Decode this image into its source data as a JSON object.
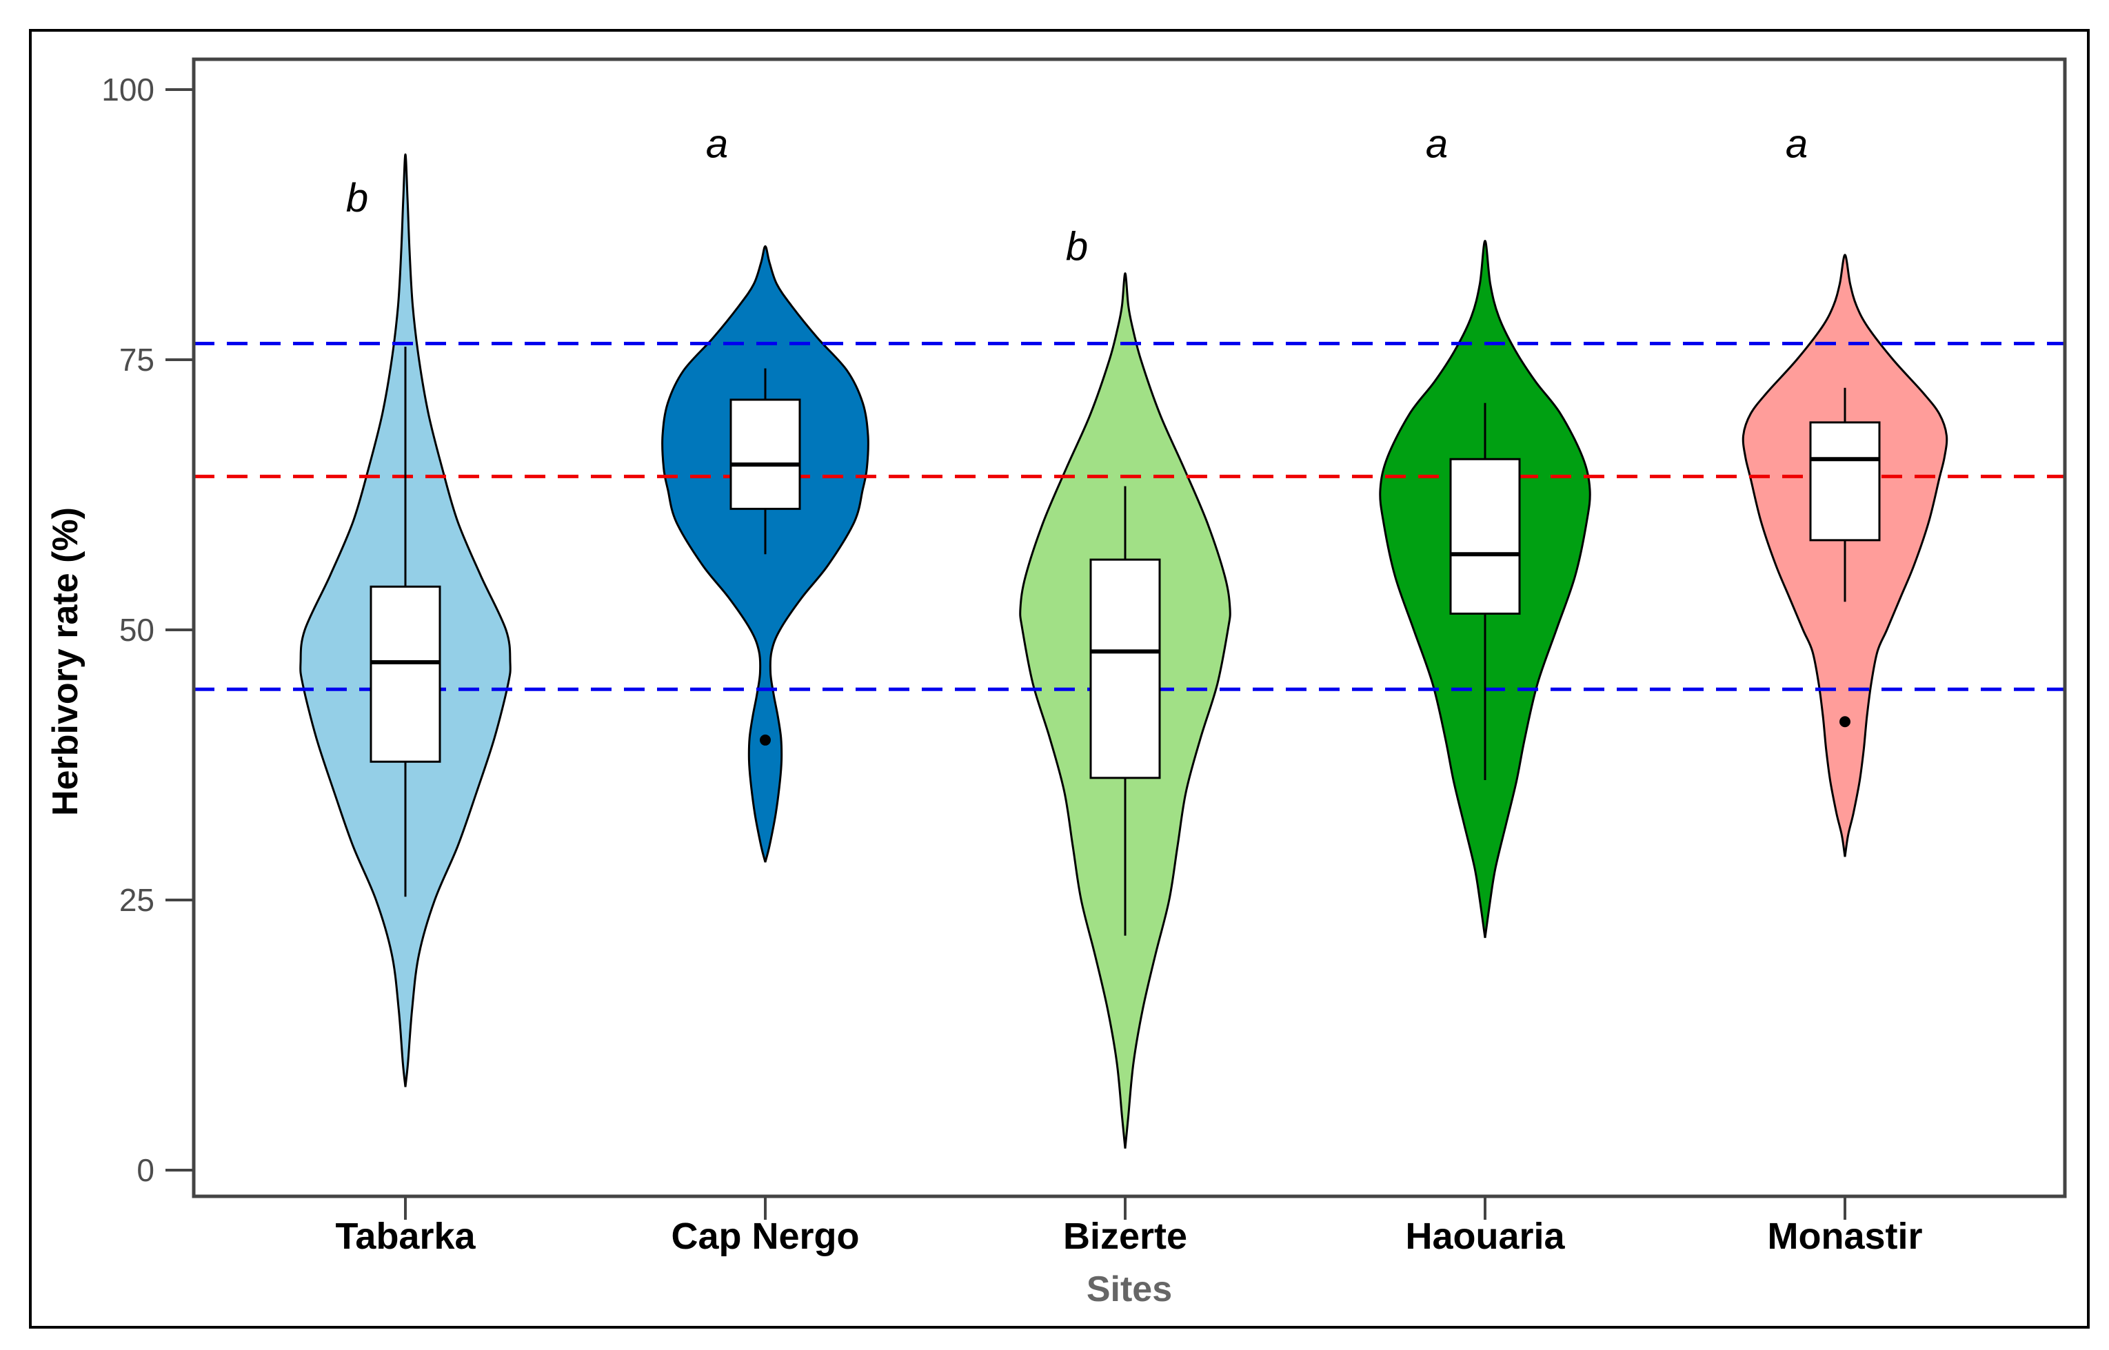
{
  "chart_data": {
    "type": "violin",
    "xlabel": "Sites",
    "ylabel": "Herbivory rate (%)",
    "ylim": [
      0,
      100
    ],
    "yticks": [
      0,
      25,
      50,
      75,
      100
    ],
    "ytick_labels": [
      "0",
      "25",
      "50",
      "75",
      "100"
    ],
    "categories": [
      "Tabarka",
      "Cap Nergo",
      "Bizerte",
      "Haouaria",
      "Monastir"
    ],
    "significance_letters": [
      "b",
      "a",
      "b",
      "a",
      "a"
    ],
    "reference_lines": [
      {
        "y": 76.5,
        "color": "#0000ee",
        "style": "dashed"
      },
      {
        "y": 64.2,
        "color": "#ee0000",
        "style": "dashed"
      },
      {
        "y": 44.5,
        "color": "#0000ee",
        "style": "dashed"
      }
    ],
    "groups": [
      {
        "name": "Tabarka",
        "color": "#94cfe7",
        "box": {
          "q1": 37.8,
          "median": 47.0,
          "q3": 54.0,
          "whisker_low": 25.3,
          "whisker_high": 76.2
        },
        "outliers": [],
        "letter_y": 90,
        "density": [
          [
            7.7,
            0
          ],
          [
            10,
            0.025
          ],
          [
            15,
            0.065
          ],
          [
            20,
            0.13
          ],
          [
            25,
            0.28
          ],
          [
            30,
            0.5
          ],
          [
            35,
            0.68
          ],
          [
            40,
            0.85
          ],
          [
            45,
            0.98
          ],
          [
            47,
            1.0
          ],
          [
            50,
            0.96
          ],
          [
            55,
            0.72
          ],
          [
            60,
            0.5
          ],
          [
            65,
            0.35
          ],
          [
            70,
            0.22
          ],
          [
            75,
            0.13
          ],
          [
            80,
            0.07
          ],
          [
            85,
            0.04
          ],
          [
            90,
            0.02
          ],
          [
            94,
            0
          ]
        ]
      },
      {
        "name": "Cap Nergo",
        "color": "#0077bb",
        "box": {
          "q1": 61.2,
          "median": 65.3,
          "q3": 71.3,
          "whisker_low": 57.0,
          "whisker_high": 74.2
        },
        "outliers": [
          39.8
        ],
        "letter_y": 95,
        "density": [
          [
            28.5,
            0
          ],
          [
            30,
            0.04
          ],
          [
            33,
            0.1
          ],
          [
            36,
            0.14
          ],
          [
            38,
            0.155
          ],
          [
            40,
            0.15
          ],
          [
            42,
            0.12
          ],
          [
            44,
            0.08
          ],
          [
            46,
            0.05
          ],
          [
            48,
            0.06
          ],
          [
            50,
            0.14
          ],
          [
            53,
            0.35
          ],
          [
            56,
            0.6
          ],
          [
            60,
            0.85
          ],
          [
            63,
            0.93
          ],
          [
            65,
            0.97
          ],
          [
            68,
            0.98
          ],
          [
            71,
            0.93
          ],
          [
            74,
            0.78
          ],
          [
            77,
            0.5
          ],
          [
            80,
            0.25
          ],
          [
            82,
            0.11
          ],
          [
            84,
            0.04
          ],
          [
            85.5,
            0
          ]
        ]
      },
      {
        "name": "Bizerte",
        "color": "#a1e086",
        "box": {
          "q1": 36.3,
          "median": 48.0,
          "q3": 56.5,
          "whisker_low": 21.7,
          "whisker_high": 63.3
        },
        "outliers": [],
        "letter_y": 85.5,
        "density": [
          [
            2,
            0
          ],
          [
            5,
            0.03
          ],
          [
            10,
            0.08
          ],
          [
            15,
            0.17
          ],
          [
            20,
            0.29
          ],
          [
            25,
            0.42
          ],
          [
            30,
            0.5
          ],
          [
            35,
            0.58
          ],
          [
            40,
            0.72
          ],
          [
            45,
            0.88
          ],
          [
            50,
            0.98
          ],
          [
            52,
            1.0
          ],
          [
            55,
            0.95
          ],
          [
            60,
            0.78
          ],
          [
            65,
            0.56
          ],
          [
            70,
            0.33
          ],
          [
            75,
            0.15
          ],
          [
            78,
            0.07
          ],
          [
            80,
            0.03
          ],
          [
            83,
            0
          ]
        ]
      },
      {
        "name": "Haouaria",
        "color": "#00a012",
        "box": {
          "q1": 51.5,
          "median": 57.0,
          "q3": 65.8,
          "whisker_low": 36.1,
          "whisker_high": 71.0
        },
        "outliers": [],
        "letter_y": 95,
        "density": [
          [
            21.5,
            0
          ],
          [
            25,
            0.05
          ],
          [
            28,
            0.1
          ],
          [
            32,
            0.2
          ],
          [
            36,
            0.3
          ],
          [
            40,
            0.38
          ],
          [
            45,
            0.5
          ],
          [
            50,
            0.68
          ],
          [
            55,
            0.86
          ],
          [
            60,
            0.97
          ],
          [
            63,
            1.0
          ],
          [
            66,
            0.93
          ],
          [
            70,
            0.72
          ],
          [
            73,
            0.48
          ],
          [
            76,
            0.28
          ],
          [
            79,
            0.13
          ],
          [
            82,
            0.05
          ],
          [
            86,
            0
          ]
        ]
      },
      {
        "name": "Monastir",
        "color": "#ff9d9a",
        "box": {
          "q1": 58.3,
          "median": 65.8,
          "q3": 69.2,
          "whisker_low": 52.6,
          "whisker_high": 72.4
        },
        "outliers": [
          41.5
        ],
        "letter_y": 95,
        "density": [
          [
            29,
            0
          ],
          [
            31,
            0.03
          ],
          [
            33,
            0.08
          ],
          [
            36,
            0.14
          ],
          [
            39,
            0.18
          ],
          [
            42,
            0.21
          ],
          [
            45,
            0.25
          ],
          [
            48,
            0.31
          ],
          [
            50,
            0.4
          ],
          [
            53,
            0.53
          ],
          [
            56,
            0.66
          ],
          [
            60,
            0.8
          ],
          [
            64,
            0.9
          ],
          [
            66,
            0.95
          ],
          [
            68,
            0.97
          ],
          [
            70,
            0.9
          ],
          [
            72,
            0.74
          ],
          [
            75,
            0.46
          ],
          [
            78,
            0.22
          ],
          [
            80,
            0.11
          ],
          [
            82,
            0.05
          ],
          [
            84.7,
            0
          ]
        ]
      }
    ]
  }
}
